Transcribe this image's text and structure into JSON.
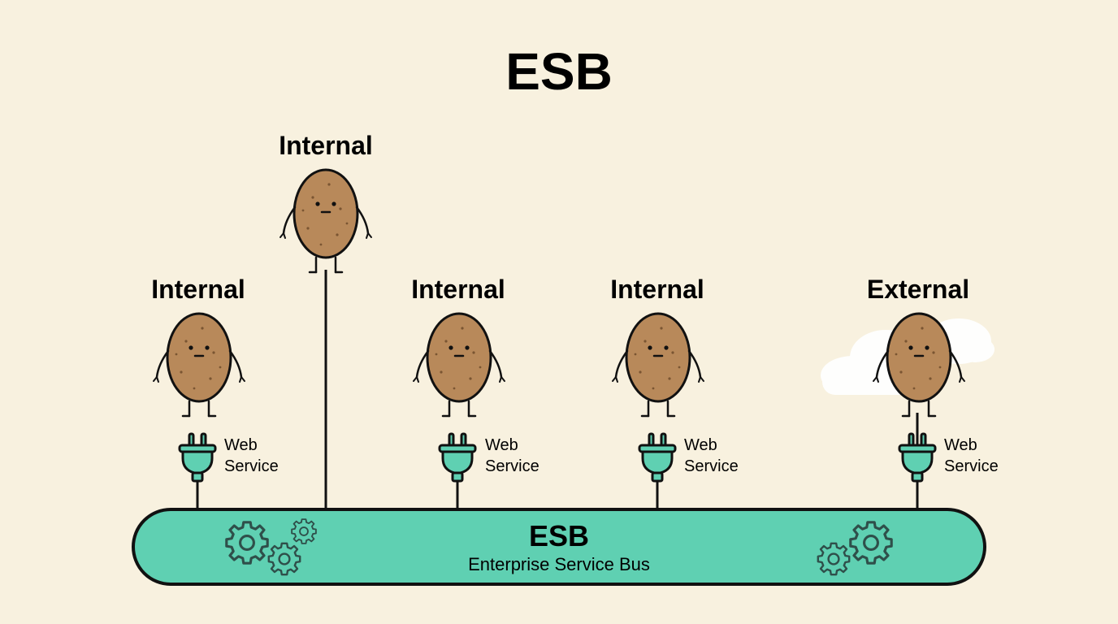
{
  "title": "ESB",
  "colors": {
    "background": "#f8f1df",
    "bus_fill": "#5fd0b2",
    "plug_fill": "#5fd0b2",
    "potato_fill": "#b8895a",
    "outline": "#111111",
    "gear_fill": "#5fd0b2",
    "cloud": "#ffffff"
  },
  "nodes": [
    {
      "label": "Internal",
      "service": [
        "Web",
        "Service"
      ]
    },
    {
      "label": "Internal",
      "service": []
    },
    {
      "label": "Internal",
      "service": [
        "Web",
        "Service"
      ]
    },
    {
      "label": "Internal",
      "service": [
        "Web",
        "Service"
      ]
    },
    {
      "label": "External",
      "service": [
        "Web",
        "Service"
      ]
    }
  ],
  "bus": {
    "title": "ESB",
    "subtitle": "Enterprise Service Bus",
    "icon": "gear-icon"
  }
}
